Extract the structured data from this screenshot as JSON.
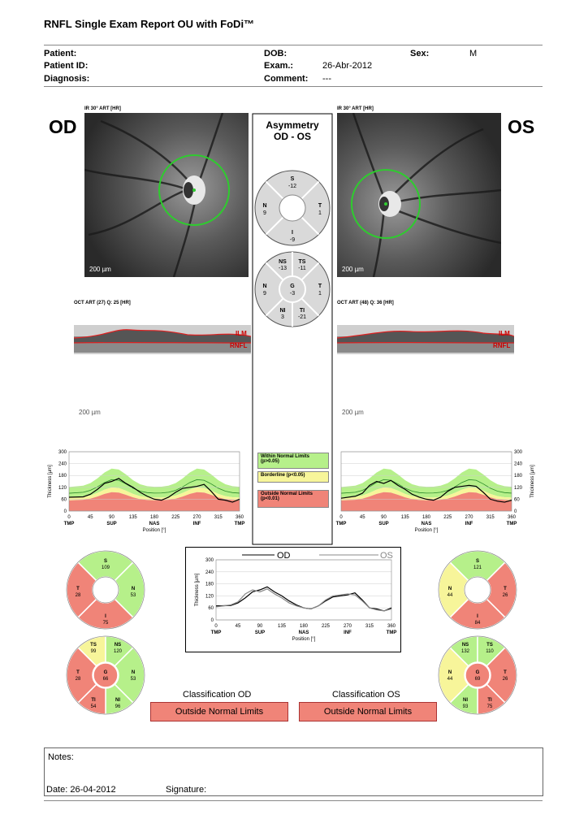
{
  "report": {
    "title": "RNFL Single Exam Report OU with FoDi™",
    "labels": {
      "patient": "Patient:",
      "patient_id": "Patient ID:",
      "diagnosis": "Diagnosis:",
      "dob": "DOB:",
      "exam": "Exam.:",
      "comment": "Comment:",
      "sex": "Sex:"
    },
    "values": {
      "exam": "26-Abr-2012",
      "comment": "---",
      "sex": "M"
    }
  },
  "eyes": {
    "od": "OD",
    "os": "OS",
    "ir_label": "IR 30° ART [HR]",
    "scale": "200 µm",
    "oct_od": "OCT ART (27) Q: 25 [HR]",
    "oct_os": "OCT ART (48) Q: 36 [HR]",
    "ilm": "ILM",
    "rnfl": "RNFL"
  },
  "asymmetry": {
    "title_line1": "Asymmetry",
    "title_line2": "OD - OS",
    "circle4": {
      "S": "-12",
      "N": "9",
      "T": "1",
      "I": "-9"
    },
    "circle6": {
      "NS": "-13",
      "TS": "-11",
      "N": "9",
      "G": "-3",
      "T": "1",
      "NI": "3",
      "TI": "-21"
    }
  },
  "legend": {
    "within": "Within Normal Limits\n(p>0.05)",
    "borderline": "Borderline (p<0.05)",
    "outside": "Outside Normal Limits\n(p<0.01)"
  },
  "chart_axes": {
    "ylabel": "Thickness [µm]",
    "xlabel": "Position [°]",
    "yticks": [
      "300",
      "240",
      "180",
      "120",
      "60",
      "0"
    ],
    "xticks": [
      "0",
      "45",
      "90",
      "135",
      "180",
      "225",
      "270",
      "315",
      "360"
    ],
    "regions": [
      "TMP",
      "SUP",
      "NAS",
      "INF",
      "TMP"
    ]
  },
  "sectors_od": {
    "four": {
      "S": "109",
      "T": "28",
      "N": "53",
      "I": "75"
    },
    "six": {
      "TS": "99",
      "NS": "120",
      "T": "28",
      "G": "66",
      "N": "53",
      "TI": "54",
      "NI": "96"
    }
  },
  "sectors_os": {
    "four": {
      "S": "121",
      "N": "44",
      "T": "26",
      "I": "84"
    },
    "six": {
      "NS": "132",
      "TS": "110",
      "N": "44",
      "G": "69",
      "T": "26",
      "NI": "93",
      "TI": "75"
    }
  },
  "comparison": {
    "od": "OD",
    "os": "OS"
  },
  "classification": {
    "od_title": "Classification OD",
    "os_title": "Classification OS",
    "od_value": "Outside Normal Limits",
    "os_value": "Outside Normal Limits"
  },
  "footer": {
    "notes": "Notes:",
    "date": "Date: 26-04-2012",
    "signature": "Signature:"
  },
  "colors": {
    "normal": "#b6f08a",
    "borderline": "#f7f59a",
    "outside": "#f08478"
  },
  "chart_data": [
    {
      "type": "line",
      "title": "",
      "xlabel": "Position [°]",
      "ylabel": "Thickness [µm]",
      "xlim": [
        0,
        360
      ],
      "ylim": [
        0,
        300
      ],
      "x": [
        0,
        30,
        45,
        60,
        75,
        90,
        105,
        120,
        135,
        150,
        165,
        180,
        195,
        210,
        225,
        240,
        255,
        270,
        285,
        300,
        315,
        330,
        345,
        360
      ],
      "series": [
        {
          "name": "OD",
          "values": [
            70,
            72,
            85,
            110,
            140,
            150,
            165,
            140,
            120,
            95,
            75,
            60,
            55,
            70,
            95,
            115,
            120,
            125,
            135,
            100,
            60,
            55,
            45,
            60
          ]
        }
      ]
    },
    {
      "type": "line",
      "title": "",
      "xlabel": "Position [°]",
      "ylabel": "Thickness [µm]",
      "xlim": [
        0,
        360
      ],
      "ylim": [
        0,
        300
      ],
      "x": [
        0,
        30,
        45,
        60,
        75,
        90,
        105,
        120,
        135,
        150,
        165,
        180,
        195,
        210,
        225,
        240,
        255,
        270,
        285,
        300,
        315,
        330,
        345,
        360
      ],
      "series": [
        {
          "name": "OS",
          "values": [
            65,
            75,
            90,
            130,
            150,
            140,
            155,
            130,
            110,
            85,
            70,
            60,
            55,
            70,
            100,
            120,
            125,
            130,
            125,
            95,
            60,
            50,
            45,
            55
          ]
        }
      ]
    },
    {
      "type": "line",
      "title": "",
      "xlabel": "Position [°]",
      "ylabel": "Thickness [µm]",
      "xlim": [
        0,
        360
      ],
      "ylim": [
        0,
        300
      ],
      "x": [
        0,
        30,
        45,
        60,
        75,
        90,
        105,
        120,
        135,
        150,
        165,
        180,
        195,
        210,
        225,
        240,
        255,
        270,
        285,
        300,
        315,
        330,
        345,
        360
      ],
      "series": [
        {
          "name": "OD",
          "values": [
            70,
            72,
            85,
            110,
            140,
            150,
            165,
            140,
            120,
            95,
            75,
            60,
            55,
            70,
            95,
            115,
            120,
            125,
            135,
            100,
            60,
            55,
            45,
            60
          ]
        },
        {
          "name": "OS",
          "values": [
            65,
            75,
            90,
            130,
            150,
            140,
            155,
            130,
            110,
            85,
            70,
            60,
            55,
            70,
            100,
            120,
            125,
            130,
            125,
            95,
            60,
            50,
            45,
            55
          ]
        }
      ]
    }
  ]
}
